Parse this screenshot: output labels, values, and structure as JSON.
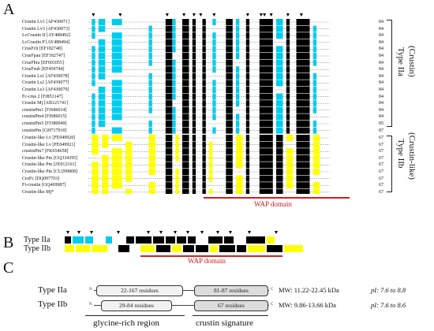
{
  "panels": {
    "a": "A",
    "b": "B",
    "c": "C"
  },
  "colors": {
    "identical": "#000000",
    "conserved": "#ffff00",
    "similar": "#00ccee",
    "wap": "#d41f1f"
  },
  "type2a_seqs": [
    {
      "name": "Crustin Lv1 [AF430071]",
      "end": "84"
    },
    {
      "name": "Crustin Lv3 [AF430073]",
      "end": "84"
    },
    {
      "name": "LcCrustin II [AY488492]",
      "end": "84"
    },
    {
      "name": "LcCrustin P [AY488494]",
      "end": "84"
    },
    {
      "name": "CrusFch [EF182748]",
      "end": "84"
    },
    {
      "name": "CrusFpau [EF182747]",
      "end": "84"
    },
    {
      "name": "CrusFbra [EF601055]",
      "end": "84"
    },
    {
      "name": "CrusFsub [EF450744]",
      "end": "84"
    },
    {
      "name": "Crustin Ls1 [AF430078]",
      "end": "84"
    },
    {
      "name": "Crustin Ls2 [AF430077]",
      "end": "84"
    },
    {
      "name": "Crustin Ls3 [AF430079]",
      "end": "84"
    },
    {
      "name": "Fc-crus 2 [FJ853147]",
      "end": "84"
    },
    {
      "name": "Crustin Mj [AB121741]",
      "end": "84"
    },
    {
      "name": "crustinPm1 [FJ686014]",
      "end": "84"
    },
    {
      "name": "crustinPm4 [FJ686015]",
      "end": "84"
    },
    {
      "name": "crustinPm5 [FJ380049]",
      "end": "85"
    },
    {
      "name": "crustinPm [GH717910]",
      "end": "87"
    }
  ],
  "type2b_seqs": [
    {
      "name": "Crustin-like Lv [FE049920]",
      "end": "67"
    },
    {
      "name": "Crustin-like Lv [FE049921]",
      "end": "67"
    },
    {
      "name": "crustinPm7 [FK654658]",
      "end": "67"
    },
    {
      "name": "Crustin-like Pm [GQ334395]",
      "end": "67"
    },
    {
      "name": "Crustin-like Pm [JX912161]",
      "end": "67"
    },
    {
      "name": "Crustin-like Pm [CU299808]",
      "end": "67"
    },
    {
      "name": "CruFc [DQ097703]",
      "end": "67"
    },
    {
      "name": "Fi-crustin [GQ469987]",
      "end": "67"
    },
    {
      "name": "Crustin-like Mj*",
      "end": "67"
    }
  ],
  "labels": {
    "type2a": "Type IIa",
    "type2a_sub": "(Crustin)",
    "type2b": "Type IIb",
    "type2b_sub": "(Crustin-like)",
    "wap_a": "WAP domain",
    "wap_b": "WAP domain"
  },
  "panel_b": {
    "row_a_label": "Type IIa",
    "row_b_label": "Type IIb"
  },
  "panel_c": {
    "row_a": {
      "label": "Type IIa",
      "box1": "22-167 residues",
      "box2": "81-87 residues",
      "mw": "MW: 11.22-22.45 kDa",
      "pi": "pI: 7.6 to 8.8"
    },
    "row_b": {
      "label": "Type IIb",
      "box1": "29-84 residues",
      "box2": "67 residues",
      "mw": "MW: 9.86-13.66 kDa",
      "pi": "pI: 7.6 to 8.6"
    },
    "n_term": "N",
    "c_term": "C",
    "region1": "glycine-rich region",
    "region2": "crustin signature"
  }
}
